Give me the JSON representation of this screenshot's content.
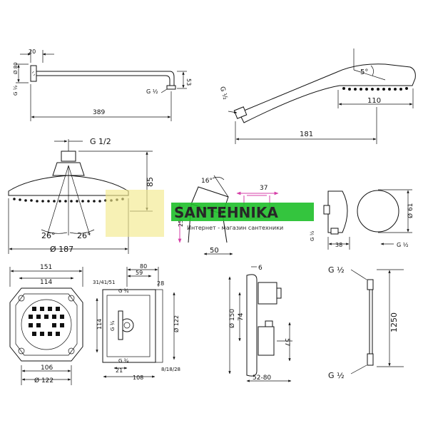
{
  "colors": {
    "ink": "#111111",
    "watermark_green": "#1fbf2a",
    "watermark_text": "#e8f6e0",
    "pink": "#d63fa8",
    "yellow": "#f3e98a"
  },
  "watermark": {
    "brand": "SANTEHNIKA",
    "tagline": "Интернет - магазин сантехники"
  },
  "views": {
    "shower_arm": {
      "dim_top": "20",
      "dim_dia": "Ø 80",
      "dim_thread_left": "G ½",
      "dim_thread_right": "G ½",
      "dim_drop": "53",
      "dim_length": "389"
    },
    "hand_shower": {
      "angle": "5°",
      "thread": "G ½",
      "head_length": "110",
      "total_length": "181"
    },
    "overhead_shower": {
      "thread": "G 1/2",
      "height": "85",
      "angle_left": "26°",
      "angle_right": "26°",
      "diameter": "Ø 187"
    },
    "holder": {
      "angle": "16°",
      "width_top": "37",
      "height": "25",
      "width_bottom": "50"
    },
    "outlet": {
      "diameter": "Ø 61",
      "depth": "38",
      "thread": "G ½",
      "thread_side": "G ½"
    },
    "box_front": {
      "outer_width": "151",
      "inner_width": "114",
      "bottom_width": "106",
      "diameter": "Ø 122"
    },
    "box_side": {
      "width_80": "80",
      "width_59": "59",
      "depth_28": "28",
      "range_top": "31/41/51",
      "thread_a": "G ¾",
      "thread_b": "G ¾",
      "thread_c": "G ¾",
      "height_114": "114",
      "dia_122": "Ø 122",
      "dim_21": "21",
      "dim_108": "108",
      "range_bottom": "8/18/28"
    },
    "trim_plate": {
      "dim_6": "6",
      "dia_150": "Ø 150",
      "dim_74": "74",
      "dim_57": "57",
      "range": "52-80"
    },
    "hose": {
      "thread_top": "G ½",
      "length": "1250",
      "thread_bottom": "G ½"
    }
  }
}
